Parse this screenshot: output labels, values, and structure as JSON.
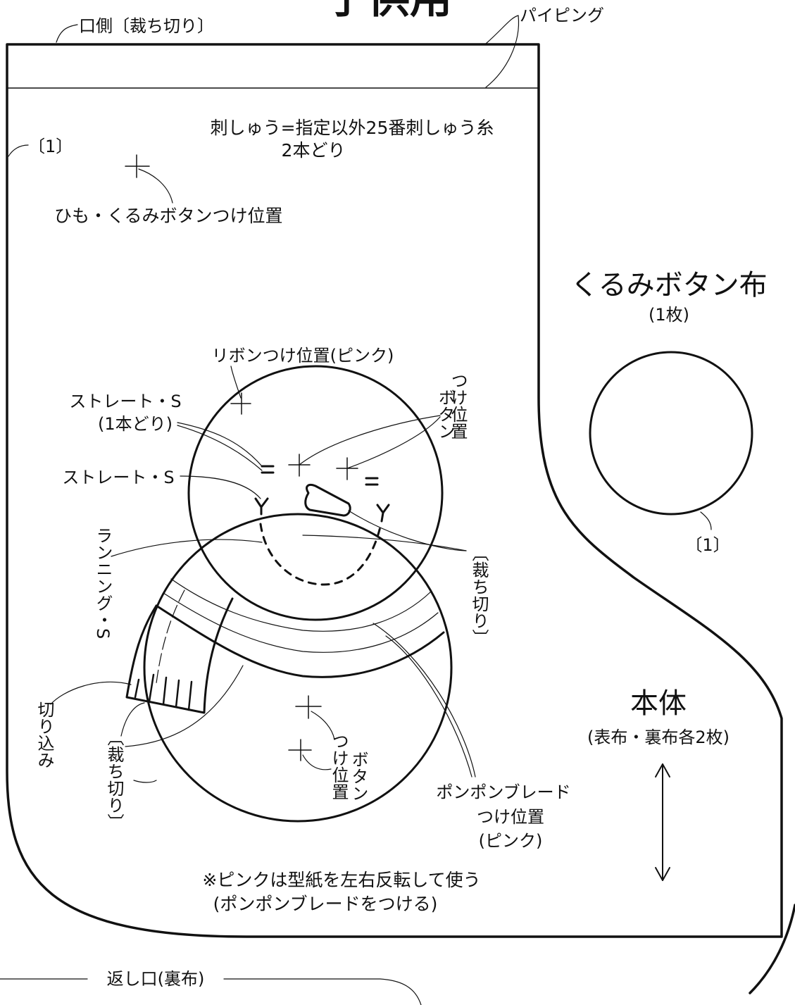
{
  "title_partial": "子供用",
  "pattern": {
    "opening_side_label": "口側〔裁ち切り〕",
    "piping_label": "パイピング",
    "seam_allowance_left": "〔1〕",
    "embroidery_note_line1": "刺しゅう=指定以外25番刺しゅう糸",
    "embroidery_note_line2": "2本どり",
    "cord_button_label": "ひも・くるみボタンつけ位置",
    "ribbon_label": "リボンつけ位置(ピンク)",
    "straight_stitch_label1": "ストレート・S",
    "straight_stitch_sub1": "(1本どり)",
    "button_pos_top_v": "つけ位置",
    "button_pos_top_v2": "ボタン",
    "straight_stitch_label2": "ストレート・S",
    "running_stitch_v": "ランニング・S",
    "cut_off_right_v": "〔裁ち切り〕",
    "cut_in_v": "切り込み",
    "cut_off_left_v": "〔裁ち切り〕",
    "button_pos_bottom_v": "つけ位置",
    "button_pos_bottom_v2": "ボタン",
    "pompom_line1": "ポンポンブレード",
    "pompom_line2": "つけ位置",
    "pompom_line3": "(ピンク)",
    "pink_note_line1": "※ピンクは型紙を左右反転して使う",
    "pink_note_line2": "(ポンポンブレードをつける)",
    "return_opening_label": "返し口(裏布)"
  },
  "covered_button": {
    "title": "くるみボタン布",
    "count": "(1枚)",
    "seam_allowance": "〔1〕"
  },
  "body_piece": {
    "title": "本体",
    "count": "(表布・裏布各2枚)"
  }
}
